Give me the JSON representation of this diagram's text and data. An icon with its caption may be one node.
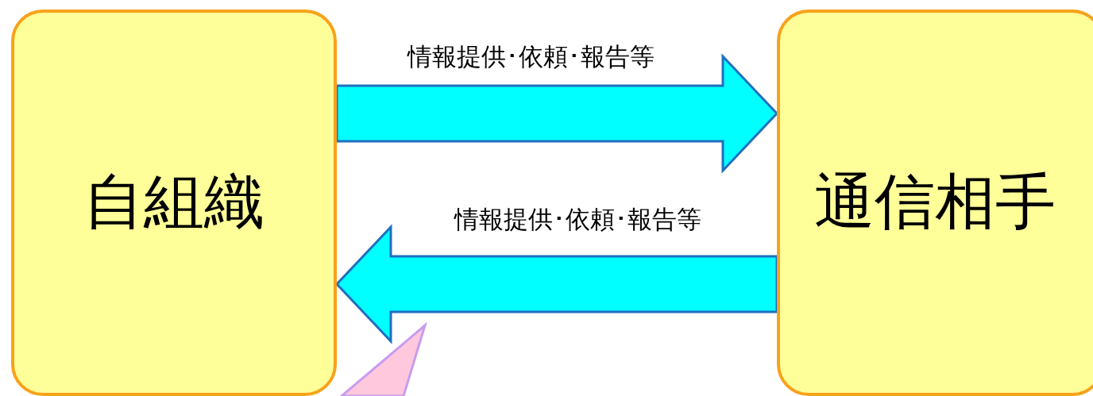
{
  "diagram": {
    "nodes": [
      {
        "text": [
          "自組織"
        ]
      },
      {
        "text": [
          "通信相手"
        ]
      },
      {
        "text": [],
        "shape": "callout"
      }
    ],
    "edges": [
      {
        "from": 0,
        "to": 1,
        "arrow": "to",
        "label": "情報提供･依頼･報告等"
      },
      {
        "from": 1,
        "to": 0,
        "arrow": "to",
        "label": "情報提供･依頼･報告等"
      }
    ]
  }
}
